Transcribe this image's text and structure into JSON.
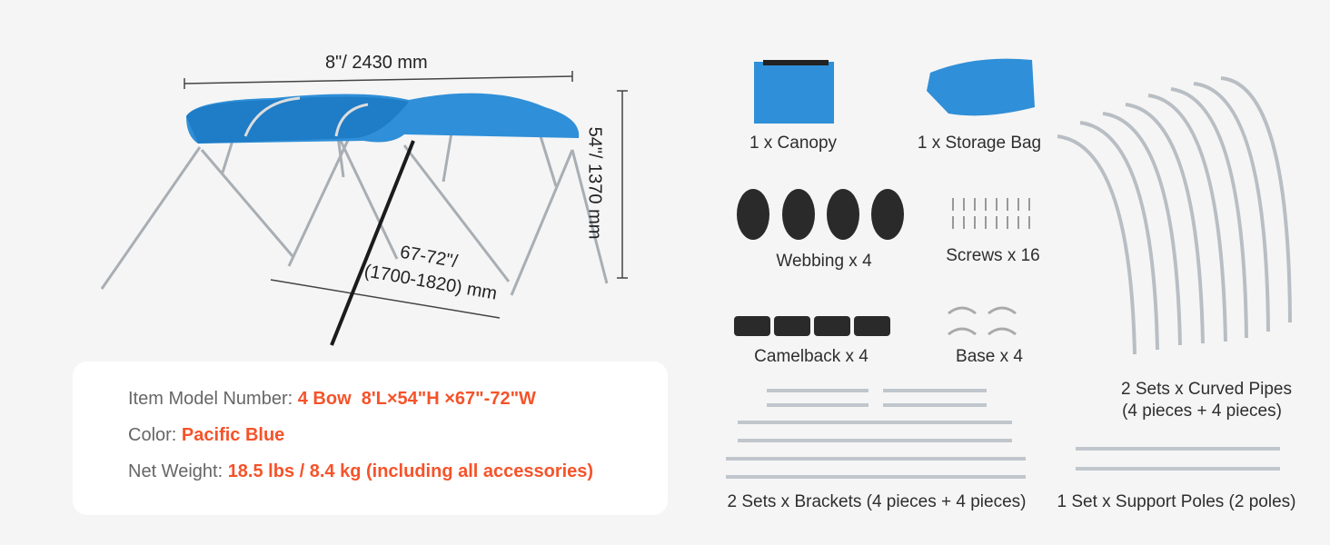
{
  "dimensions": {
    "length": "8\"/ 2430 mm",
    "height": "54\"/ 1370 mm",
    "width_line1": "67-72\"/",
    "width_line2": "(1700-1820) mm"
  },
  "info": {
    "model_label": "Item Model Number:",
    "model_value": "4 Bow  8'L×54\"H ×67\"-72\"W",
    "color_label": "Color:",
    "color_value": "Pacific Blue",
    "weight_label": "Net Weight:",
    "weight_value": "18.5 lbs / 8.4 kg (including all accessories)"
  },
  "parts": {
    "canopy": "1 x Canopy",
    "storage_bag": "1 x Storage Bag",
    "webbing": "Webbing x 4",
    "screws": "Screws x 16",
    "camelback": "Camelback x 4",
    "base": "Base x 4",
    "curved_pipes_1": "2 Sets x Curved Pipes",
    "curved_pipes_2": "(4 pieces + 4 pieces)",
    "brackets": "2 Sets x Brackets (4 pieces + 4 pieces)",
    "support_poles": "1 Set x Support Poles (2 poles)"
  },
  "colors": {
    "canopy_blue": "#2f8fd8",
    "accent_orange": "#f5532a"
  }
}
